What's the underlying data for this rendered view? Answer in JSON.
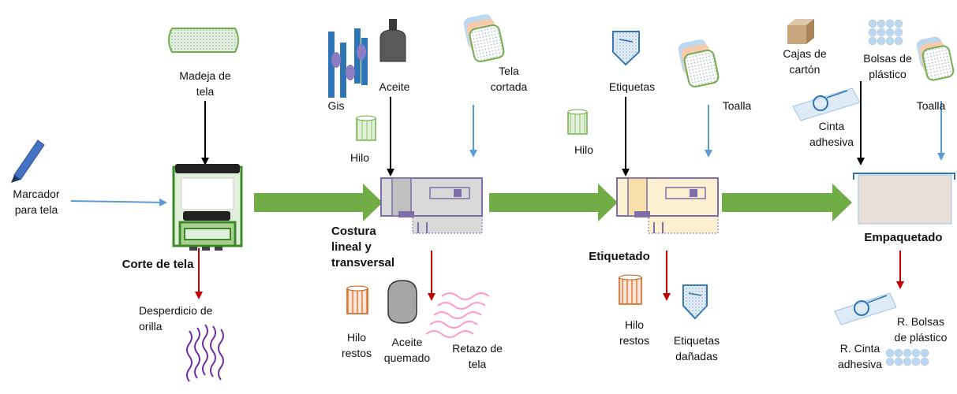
{
  "colors": {
    "flow_arrow": "#70ad47",
    "input_arrow": "#5b9bd5",
    "waste_arrow": "#c00000",
    "material_arrow": "#000000",
    "machine_outline": "#7f6fa8",
    "stage_machine_fill": "#d9d9d9",
    "label_machine_fill": "#fdf0d0",
    "package_fill": "#e8e0d8"
  },
  "icons": [
    "pen-icon",
    "fabric-roll-icon",
    "cutting-machine-icon",
    "chalk-icon",
    "oil-bottle-icon",
    "fabric-stack-icon",
    "thread-spool-icon",
    "sewing-machine-icon",
    "tag-icon",
    "cardboard-box-icon",
    "plastic-bags-icon",
    "adhesive-tape-icon",
    "package-tray-icon",
    "scrap-wave-icon"
  ],
  "inputs": {
    "marcador": "Marcador\npara tela",
    "madeja": "Madeja de\ntela",
    "gis": "Gis",
    "aceite": "Aceite",
    "hilo1": "Hilo",
    "tela_cortada": "Tela\ncortada",
    "etiquetas": "Etiquetas",
    "hilo2": "Hilo",
    "toalla1": "Toalla",
    "cajas": "Cajas de\ncartón",
    "bolsas": "Bolsas de\nplástico",
    "cinta": "Cinta\nadhesiva",
    "toalla2": "Toalla"
  },
  "stages": {
    "corte": "Corte de tela",
    "costura": "Costura\nlineal y\ntransversal",
    "etiquetado": "Etiquetado",
    "empaquetado": "Empaquetado"
  },
  "outputs": {
    "desperdicio": "Desperdicio de\norilla",
    "hilo_restos1": "Hilo\nrestos",
    "aceite_quemado": "Aceite\nquemado",
    "retazo": "Retazo de\ntela",
    "hilo_restos2": "Hilo\nrestos",
    "etiquetas_danadas": "Etiquetas\ndañadas",
    "r_cinta": "R. Cinta\nadhesiva",
    "r_bolsas": "R. Bolsas\nde plástico"
  }
}
